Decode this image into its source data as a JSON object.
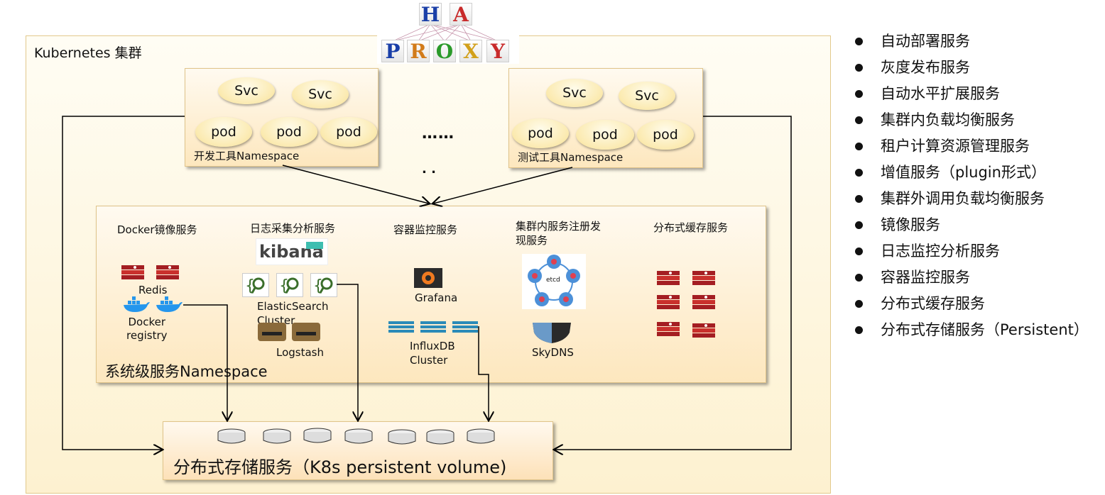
{
  "haproxy": {
    "top_letters": [
      "H",
      "A"
    ],
    "bottom_letters": [
      "P",
      "R",
      "O",
      "X",
      "Y"
    ]
  },
  "cluster": {
    "title": "Kubernetes 集群"
  },
  "dev_ns": {
    "svc": [
      "Svc",
      "Svc"
    ],
    "pods": [
      "pod",
      "pod",
      "pod"
    ],
    "label": "开发工具Namespace"
  },
  "test_ns": {
    "svc": [
      "Svc",
      "Svc"
    ],
    "pods": [
      "pod",
      "pod",
      "pod"
    ],
    "label": "测试工具Namespace"
  },
  "ellipsis": {
    "big": "……",
    "small": ". ."
  },
  "system_ns": {
    "label": "系统级服务Namespace",
    "docker": {
      "title": "Docker镜像服务",
      "redis": "Redis",
      "registry": "Docker\nregistry"
    },
    "logging": {
      "title": "日志采集分析服务",
      "kibana": "kibana",
      "es": "ElasticSearch\nCluster",
      "logstash": "Logstash"
    },
    "monitor": {
      "title": "容器监控服务",
      "grafana": "Grafana",
      "influx": "InfluxDB\nCluster"
    },
    "discovery": {
      "title": "集群内服务注册发\n现服务",
      "etcd": "etcd",
      "skydns": "SkyDNS"
    },
    "cache": {
      "title": "分布式缓存服务"
    }
  },
  "storage": {
    "label": "分布式存储服务（K8s persistent volume)"
  },
  "bullets": [
    "自动部署服务",
    "灰度发布服务",
    "自动水平扩展服务",
    "集群内负载均衡服务",
    "租户计算资源管理服务",
    "增值服务（plugin形式）",
    "集群外调用负载均衡服务",
    "镜像服务",
    "日志监控分析服务",
    "容器监控服务",
    "分布式缓存服务",
    "分布式存储服务（Persistent）"
  ],
  "colors": {
    "cluster_bg": "#fdf1d0",
    "redis_red": "#c9302c",
    "docker_blue": "#2496ed",
    "etcd_blue": "#4c90d8"
  }
}
